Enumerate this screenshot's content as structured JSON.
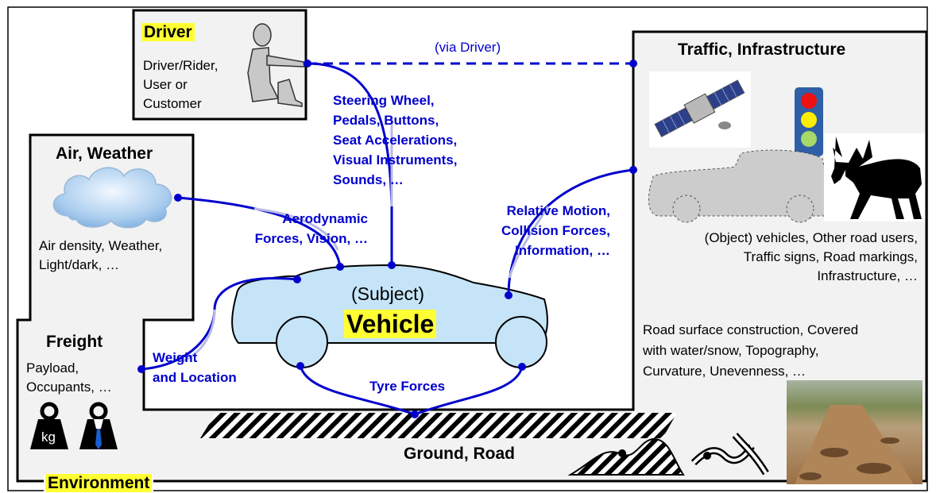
{
  "driver": {
    "title": "Driver",
    "lines": [
      "Driver/Rider,",
      "User or",
      "Customer"
    ]
  },
  "air": {
    "title": "Air, Weather",
    "lines": [
      "Air density, Weather,",
      "Light/dark, …"
    ]
  },
  "freight": {
    "title": "Freight",
    "lines": [
      "Payload,",
      "Occupants, …"
    ],
    "weight_label": "kg"
  },
  "traffic": {
    "title": "Traffic, Infrastructure",
    "objects_lines": [
      "(Object) vehicles, Other road users,",
      "Traffic signs, Road markings,",
      "Infrastructure, …"
    ],
    "road_lines": [
      "Road surface construction, Covered",
      "with water/snow, Topography,",
      "Curvature, Unevenness, …"
    ]
  },
  "vehicle": {
    "subject": "(Subject)",
    "name": "Vehicle"
  },
  "ground": {
    "title": "Ground, Road"
  },
  "environment": {
    "title": "Environment"
  },
  "interactions": {
    "via_driver": "(via Driver)",
    "driver_lines": [
      "Steering Wheel,",
      "Pedals, Buttons,",
      "Seat Accelerations,",
      "Visual Instruments,",
      "Sounds, …"
    ],
    "air_lines": [
      "Aerodynamic",
      "Forces, Vision, …"
    ],
    "traffic_lines": [
      "Relative Motion,",
      "Collision Forces,",
      "Information, …"
    ],
    "freight_lines": [
      "Weight",
      "and Location"
    ],
    "tyre": "Tyre Forces"
  },
  "colors": {
    "accent": "#0000cc",
    "highlight": "#ffff33",
    "vehicle_fill": "#c5e4f7",
    "panel_fill": "#f2f2f2",
    "link": "#b9b9e6"
  }
}
